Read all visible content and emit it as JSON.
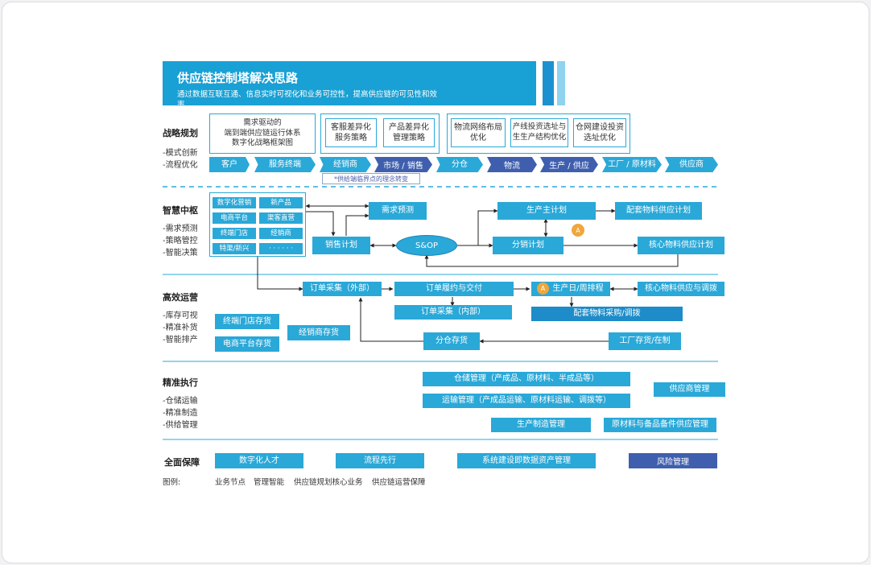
{
  "header": {
    "title": "供应链控制塔解决思路",
    "subtitle": "通过数据互联互通、信息实时可视化和业务可控性，提高供应链的可见性和效率"
  },
  "strategy": {
    "title": "战略规划",
    "subs": [
      "-模式创新",
      "-流程优化"
    ],
    "box1": "需求驱动的\n端到端供应链运行体系\n数字化战略框架图",
    "box2": [
      "客服差异化\n服务策略",
      "产品差异化\n管理策略"
    ],
    "box3": [
      "物流网络布局\n优化",
      "产线投资选址与\n生生产结构优化",
      "仓网建设投资\n选址优化"
    ],
    "chain": [
      "客户",
      "服务终端",
      "经销商",
      "市场 / 销售",
      "分仓",
      "物流",
      "生产 / 供应",
      "工厂 / 原材料",
      "供应商"
    ],
    "note": "*供给端临界点的理念转变"
  },
  "hub": {
    "title": "智慧中枢",
    "subs": [
      "-需求预测",
      "-策略管控",
      "-智能决策"
    ],
    "grid": [
      "数字化营销",
      "新产品",
      "电商平台",
      "渠客直营",
      "终端门店",
      "经销商",
      "特渠/新兴",
      "· · · · · ·"
    ],
    "demand": "需求预测",
    "sales": "销售计划",
    "sop": "S&OP",
    "master": "生产主计划",
    "dist": "分销计划",
    "matPlan": "配套物料供应计划",
    "corePlan": "核心物料供应计划",
    "badge": "A"
  },
  "ops": {
    "title": "高效运营",
    "subs": [
      "-库存可视",
      "-精准补货",
      "-智能排产"
    ],
    "orderExt": "订单采集（外部）",
    "fulfill": "订单履约与交付",
    "daily": "生产日/周排程",
    "coreAlloc": "核心物料供应与调拨",
    "orderInt": "订单采集（内部）",
    "matProc": "配套物料采购/调拨",
    "storeInv": "终端门店存货",
    "ecomInv": "电商平台存货",
    "dealerInv": "经销商存货",
    "whInv": "分仓存货",
    "factInv": "工厂存货/在制",
    "badge": "A"
  },
  "exec": {
    "title": "精准执行",
    "subs": [
      "-仓储运输",
      "-精准制造",
      "-供给管理"
    ],
    "warehouse": "仓储管理（产成品、原材料、半成品等）",
    "transport": "运输管理（产成品运输、原材料运输、调拨等）",
    "supplier": "供应商管理",
    "mfg": "生产制造管理",
    "rawmat": "原材料与备品备件供应管理"
  },
  "guarantee": {
    "title": "全面保障",
    "items": [
      "数字化人才",
      "流程先行",
      "系统建设即数据资产管理",
      "风险管理"
    ]
  },
  "legend": {
    "label": "图例:",
    "items": [
      "业务节点",
      "管理智能",
      "供应链规划核心业务",
      "供应链运营保障"
    ]
  },
  "colors": {
    "primary": "#2aa8d8",
    "dark": "#3f5fae",
    "accent": "#f0a63c"
  }
}
